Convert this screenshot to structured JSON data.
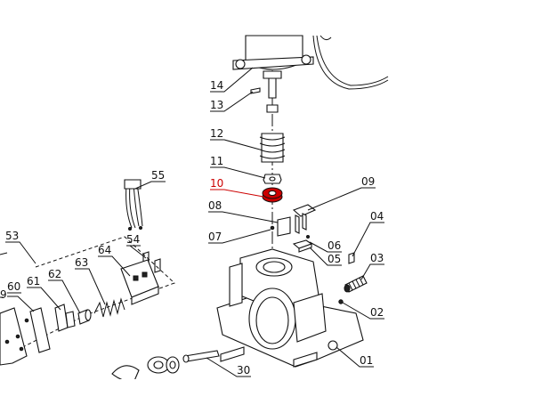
{
  "diagram": {
    "highlight_color": "#cc0000",
    "ink_color": "#111111",
    "callouts": [
      {
        "id": "14",
        "text": "14",
        "highlight": false
      },
      {
        "id": "13",
        "text": "13",
        "highlight": false
      },
      {
        "id": "12",
        "text": "12",
        "highlight": false
      },
      {
        "id": "11",
        "text": "11",
        "highlight": false
      },
      {
        "id": "10",
        "text": "10",
        "highlight": true
      },
      {
        "id": "09",
        "text": "09",
        "highlight": false
      },
      {
        "id": "08",
        "text": "08",
        "highlight": false
      },
      {
        "id": "07",
        "text": "07",
        "highlight": false
      },
      {
        "id": "06",
        "text": "06",
        "highlight": false
      },
      {
        "id": "05",
        "text": "05",
        "highlight": false
      },
      {
        "id": "04",
        "text": "04",
        "highlight": false
      },
      {
        "id": "03",
        "text": "03",
        "highlight": false
      },
      {
        "id": "02",
        "text": "02",
        "highlight": false
      },
      {
        "id": "01",
        "text": "01",
        "highlight": false
      },
      {
        "id": "55",
        "text": "55",
        "highlight": false
      },
      {
        "id": "54",
        "text": "54",
        "highlight": false
      },
      {
        "id": "53",
        "text": "53",
        "highlight": false
      },
      {
        "id": "64",
        "text": "64",
        "highlight": false
      },
      {
        "id": "63",
        "text": "63",
        "highlight": false
      },
      {
        "id": "62",
        "text": "62",
        "highlight": false
      },
      {
        "id": "61",
        "text": "61",
        "highlight": false
      },
      {
        "id": "60",
        "text": "60",
        "highlight": false
      },
      {
        "id": "59",
        "text": "9",
        "highlight": false
      },
      {
        "id": "30",
        "text": "30",
        "highlight": false
      }
    ]
  }
}
